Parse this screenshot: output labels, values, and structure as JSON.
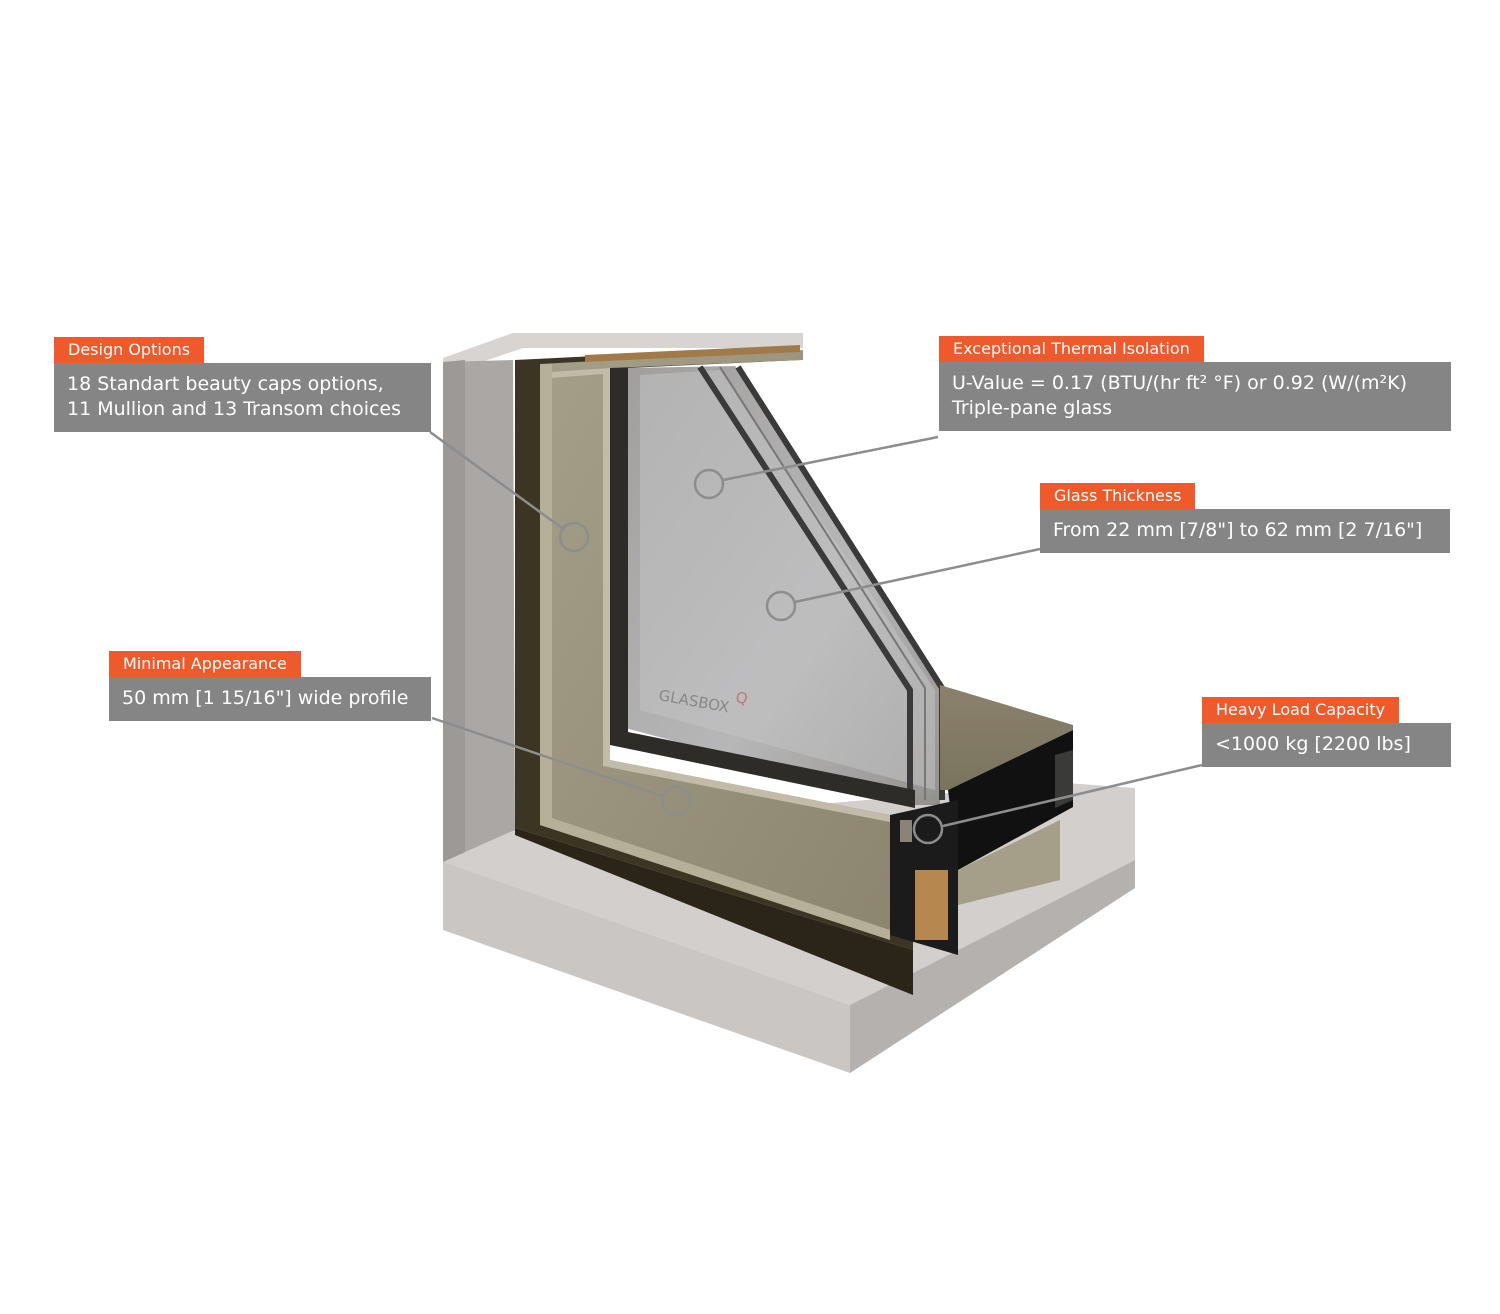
{
  "colors": {
    "tag_bg": "#ee5a2c",
    "box_bg": "#858585",
    "text": "#ffffff",
    "frame": "#8f8873",
    "wall": "#c9c5c3"
  },
  "brand": {
    "name": "GLASBOX",
    "mark": "Q"
  },
  "callouts": {
    "design_options": {
      "tag": "Design Options",
      "lines": [
        "18 Standart beauty caps options,",
        "11 Mullion and 13 Transom choices"
      ]
    },
    "minimal_appearance": {
      "tag": "Minimal Appearance",
      "lines": [
        "50 mm [1 15/16\"] wide profile"
      ]
    },
    "thermal_isolation": {
      "tag": "Exceptional Thermal Isolation",
      "lines": [
        "U-Value = 0.17 (BTU/(hr ft² °F) or 0.92 (W/(m²K)",
        "Triple-pane glass"
      ]
    },
    "glass_thickness": {
      "tag": "Glass Thickness",
      "lines": [
        "From 22 mm [7/8\"] to 62 mm [2  7/16\"]"
      ]
    },
    "heavy_load": {
      "tag": "Heavy Load Capacity",
      "lines": [
        "<1000 kg [2200 lbs]"
      ]
    }
  }
}
